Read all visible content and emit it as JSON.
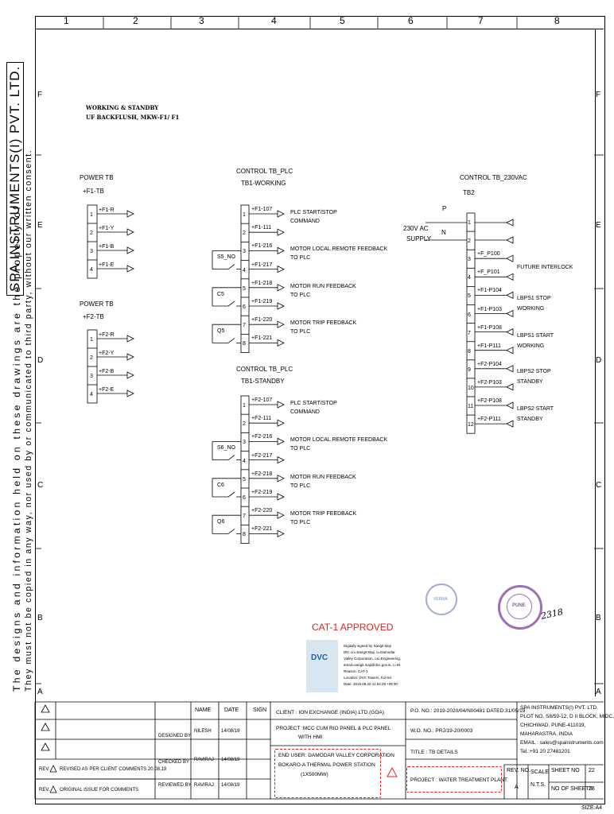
{
  "column_numbers": [
    "1",
    "2",
    "3",
    "4",
    "5",
    "6",
    "7",
    "8"
  ],
  "row_letters": [
    "F",
    "E",
    "D",
    "C",
    "B",
    "A"
  ],
  "sidebar": {
    "company": "SPA INSTRUMENTS(I) PVT. LTD.",
    "confidential_line1": "The designs and information held on these drawings are the property of",
    "confidential_line2": "They must not be copied in any way, nor used by or communicated to third party, without our written consent."
  },
  "drawing": {
    "heading_line1": "WORKING & STANDBY",
    "heading_line2": "UF BACKFLUSH, MKW-F1/ F1",
    "power_tb1": {
      "title": "POWER TB",
      "tag": "+F1-TB",
      "rows": [
        "1",
        "2",
        "3",
        "4"
      ],
      "labels": [
        "+F1-R",
        "+F1-Y",
        "+F1-B",
        "+F1-E"
      ]
    },
    "power_tb2": {
      "title": "POWER TB",
      "tag": "+F2-TB",
      "rows": [
        "1",
        "2",
        "3",
        "4"
      ],
      "labels": [
        "+F2-R",
        "+F2-Y",
        "+F2-B",
        "+F2-E"
      ]
    },
    "control_tb1": {
      "title": "CONTROL TB_PLC",
      "tag": "TB1-WORKING",
      "rows": [
        "1",
        "2",
        "3",
        "4",
        "5",
        "6",
        "7",
        "8"
      ],
      "labels": [
        "+F1-107",
        "+F1-111",
        "+F1-216",
        "+F1-217",
        "+F1-218",
        "+F1-219",
        "+F1-220",
        "+F1-221"
      ],
      "contacts": [
        "S5_NO",
        "C5",
        "Q5"
      ],
      "signals": [
        [
          "PLC START/STOP",
          "COMMAND"
        ],
        [
          "MOTOR LOCAL REMOTE FEEDBACK",
          "TO PLC"
        ],
        [
          "MOTOR RUN FEEDBACK",
          "TO PLC"
        ],
        [
          "MOTOR TRIP FEEDBACK",
          "TO PLC"
        ]
      ]
    },
    "control_tb2": {
      "title": "CONTROL TB_PLC",
      "tag": "TB1-STANDBY",
      "rows": [
        "1",
        "2",
        "3",
        "4",
        "5",
        "6",
        "7",
        "8"
      ],
      "labels": [
        "+F2-107",
        "+F2-111",
        "+F2-216",
        "+F2-217",
        "+F2-218",
        "+F2-219",
        "+F2-220",
        "+F2-221"
      ],
      "contacts": [
        "S6_NO",
        "C6",
        "Q6"
      ],
      "signals": [
        [
          "PLC START/STOP",
          "COMMAND"
        ],
        [
          "MOTOR LOCAL REMOTE FEEDBACK",
          "TO PLC"
        ],
        [
          "MOTOR RUN FEEDBACK",
          "TO PLC"
        ],
        [
          "MOTOR TRIP FEEDBACK",
          "TO PLC"
        ]
      ]
    },
    "control_tb230": {
      "title": "CONTROL TB_230VAC",
      "tag": "TB2",
      "supply": [
        "230V AC",
        "SUPPLY"
      ],
      "p": "P",
      "n": "N",
      "rows": [
        "1",
        "2",
        "3",
        "4",
        "5",
        "6",
        "7",
        "8",
        "9",
        "10",
        "11",
        "12"
      ],
      "labels": [
        "+F_P100",
        "+F_P101",
        "+F1-P104",
        "+F1-P103",
        "+F1-P108",
        "+F1-P111",
        "+F2-P104",
        "+F2-P103",
        "+F2-P108",
        "+F2-P111"
      ],
      "signals": [
        [
          "FUTURE INTERLOCK"
        ],
        [
          "LBPS1 STOP",
          "WORKING"
        ],
        [
          "LBPS1 START",
          "WORKING"
        ],
        [
          "LBPS2 STOP",
          "STANDBY"
        ],
        [
          "LBPS2 START",
          "STANDBY"
        ]
      ]
    }
  },
  "approval": {
    "cat_label": "CAT-1 APPROVED",
    "logo_text": "DVC",
    "signed_by_lines": [
      "Digitally signed by Sangit Maji",
      "DN: cn=Sangit Maji, o=Damodar",
      "Valley Corporation, ou=Engineering,",
      "email=sangit.maji@dvc.gov.in, c=IN",
      "Reason: CAT-1",
      "Location: DVC Towers, Kol-54",
      "Date: 2019.08.20 11:54:29 +05'30'"
    ],
    "stamp1_text": "VERMA",
    "stamp2_text": "PUNE",
    "handwritten_date": "2318"
  },
  "title_block": {
    "header": {
      "name": "NAME",
      "date": "DATE",
      "sign": "SIGN"
    },
    "designed_by": {
      "label": "DESIGNED BY",
      "name": "NILESH",
      "date": "14/08/19"
    },
    "checked_by": {
      "label": "CHECKED BY",
      "name": "RAVIRAJ",
      "date": "14/08/19"
    },
    "reviewed_by": {
      "label": "REVIEWED BY",
      "name": "RAVIRAJ",
      "date": "14/08/19"
    },
    "rev_rows": [
      {
        "prefix": "REV.",
        "text": "REVISED AS PER CLIENT COMMENTS 20.08.19"
      },
      {
        "prefix": "REV.",
        "text": "ORIGINAL ISSUE FOR COMMENTS"
      }
    ],
    "client": "CLIENT : ION EXCHANGE (INDIA) LTD.(GOA)",
    "project_line1": "PROJECT :MCC CUM RIO PANEL & PLC PANEL",
    "project_line2": "WITH HMI",
    "end_user_line1": "END USER: DAMODAR VALLEY CORPORATION",
    "end_user_line2": "BOKARO-A THERMAL POWER STATION",
    "end_user_line3": "(1X500MW)",
    "po": "P.O. NO.: 2019-2020/04/N00481 DATED:31/05/19",
    "wo": "W.O. NO.: PRJ/19-20/0003",
    "title": "TITLE : TB DETAILS",
    "project2": "PROJECT : WATER TREATMENT PLANT",
    "company_block": [
      "SPA INSTRUMENTS(I) PVT. LTD.",
      "PLOT NO. S8/59-12, D II BLOCK, MIDC,",
      "CHICHWAD, PUNE-411019,",
      "MAHARASTRA, INDIA",
      "EMAIL : sales@spainstruments.com",
      "Tel.:+91 20 27481201"
    ],
    "rev_no_label": "REV. NO.",
    "rev_no": "A",
    "scale_label": "SCALE",
    "scale": "N.T.S.",
    "sheet_no_label": "SHEET NO",
    "sheet_no": "22",
    "no_of_sheets_label": "NO OF SHEETS",
    "no_of_sheets": "28",
    "size": "SIZE:A4"
  },
  "colors": {
    "line": "#000000",
    "approval_red": "#e0201c",
    "stamp_blue": "#5a6fb5",
    "stamp_purple": "#7a3f8f"
  }
}
